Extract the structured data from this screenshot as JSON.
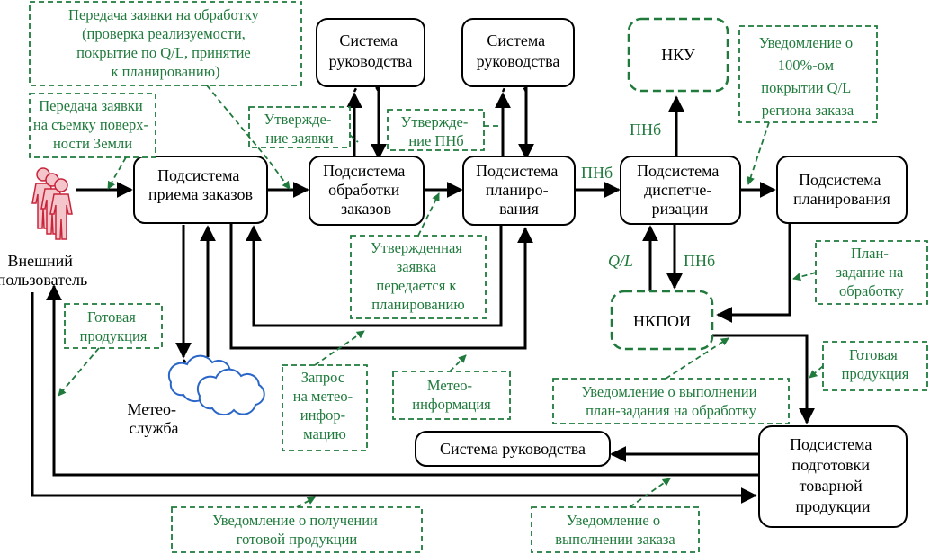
{
  "subsystems": {
    "order_intake": [
      "Подсистема",
      "приема заказов"
    ],
    "order_processing": [
      "Подсистема",
      "обработки",
      "заказов"
    ],
    "planning_main": [
      "Подсистема",
      "планиро-",
      "вания"
    ],
    "dispatch": [
      "Подсистема",
      "диспетче-",
      "ризации"
    ],
    "planning_right": [
      "Подсистема",
      "планирования"
    ],
    "product_prep": [
      "Подсистема",
      "подготовки",
      "товарной",
      "продукции"
    ]
  },
  "management": {
    "mgmt_1": [
      "Система",
      "руководства"
    ],
    "mgmt_2": [
      "Система",
      "руководства"
    ],
    "mgmt_bottom": [
      "Система руководства"
    ]
  },
  "external": {
    "nku": [
      "НКУ"
    ],
    "nkpoi": [
      "НКПОИ"
    ],
    "user": [
      "Внешний",
      "пользователь"
    ],
    "meteo": [
      "Метео-",
      "служба"
    ]
  },
  "callouts": {
    "c_transfer": [
      "Передача заявки на обработку",
      "(проверка реализуемости,",
      "покрытие по Q/L, принятие",
      "к планированию)"
    ],
    "c_request": [
      "Передача заявки",
      "на съемку поверх-",
      "ности Земли"
    ],
    "c_approve_req": [
      "Утвержде-",
      "ние заявки"
    ],
    "c_approve_pnb": [
      "Утвержде-",
      "ние ПНб"
    ],
    "c_approved": [
      "Утвержденная",
      "заявка",
      "передается к",
      "планированию"
    ],
    "c_notify100": [
      "Уведомление о",
      "100%-ом",
      "покрытии Q/L",
      "региона заказа"
    ],
    "c_plan_task": [
      "План-",
      "задание на",
      "обработку"
    ],
    "c_ready_right": [
      "Готовая",
      "продукция"
    ],
    "c_ready_left": [
      "Готовая",
      "продукция"
    ],
    "c_meteo_req": [
      "Запрос",
      "на метео-",
      "инфор-",
      "мацию"
    ],
    "c_meteo_info": [
      "Метео-",
      "информация"
    ],
    "c_exec_plan": [
      "Уведомление о выполнении",
      "план-задания на обработку"
    ],
    "c_received": [
      "Уведомление о получении",
      "готовой продукции"
    ],
    "c_order_done": [
      "Уведомление о",
      "выполнении заказа"
    ]
  },
  "labels": {
    "pnb_1": "ПНб",
    "pnb_2": "ПНб",
    "pnb_3": "ПНб",
    "ql": "Q/L"
  },
  "colors": {
    "box_stroke": "#000000",
    "arrow": "#000000",
    "callout": "#1f7a3c",
    "meteo_cloud": "#2a66c8",
    "user_icon": "#c8243a",
    "user_fill": "#f4c6cc"
  }
}
